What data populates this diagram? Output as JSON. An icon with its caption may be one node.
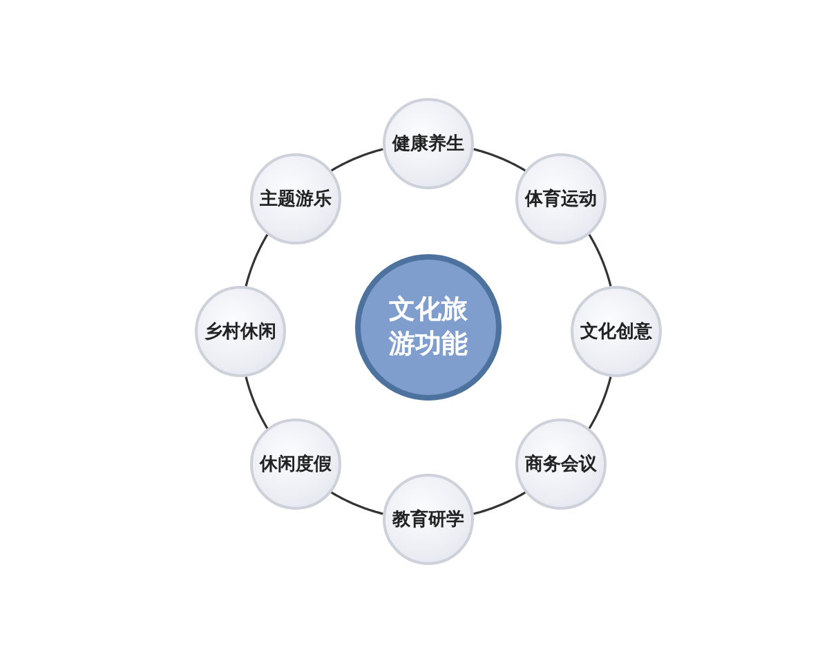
{
  "diagram": {
    "nodes": [
      {
        "text": [
          "文化旅游功能"
        ]
      },
      {
        "text": [
          "健康养生"
        ]
      },
      {
        "text": [
          "体育运动"
        ]
      },
      {
        "text": [
          "文化创意"
        ]
      },
      {
        "text": [
          "商务会议"
        ]
      },
      {
        "text": [
          "教育研学"
        ]
      },
      {
        "text": [
          "休闲度假"
        ]
      },
      {
        "text": [
          "乡村休闲"
        ]
      },
      {
        "text": [
          "主题游乐"
        ]
      }
    ],
    "edges": [
      {
        "from": 1,
        "to": 2,
        "arrow": "none"
      },
      {
        "from": 2,
        "to": 3,
        "arrow": "none"
      },
      {
        "from": 3,
        "to": 4,
        "arrow": "none"
      },
      {
        "from": 4,
        "to": 5,
        "arrow": "none"
      },
      {
        "from": 5,
        "to": 6,
        "arrow": "none"
      },
      {
        "from": 6,
        "to": 7,
        "arrow": "none"
      },
      {
        "from": 7,
        "to": 8,
        "arrow": "none"
      },
      {
        "from": 8,
        "to": 1,
        "arrow": "none"
      }
    ]
  }
}
